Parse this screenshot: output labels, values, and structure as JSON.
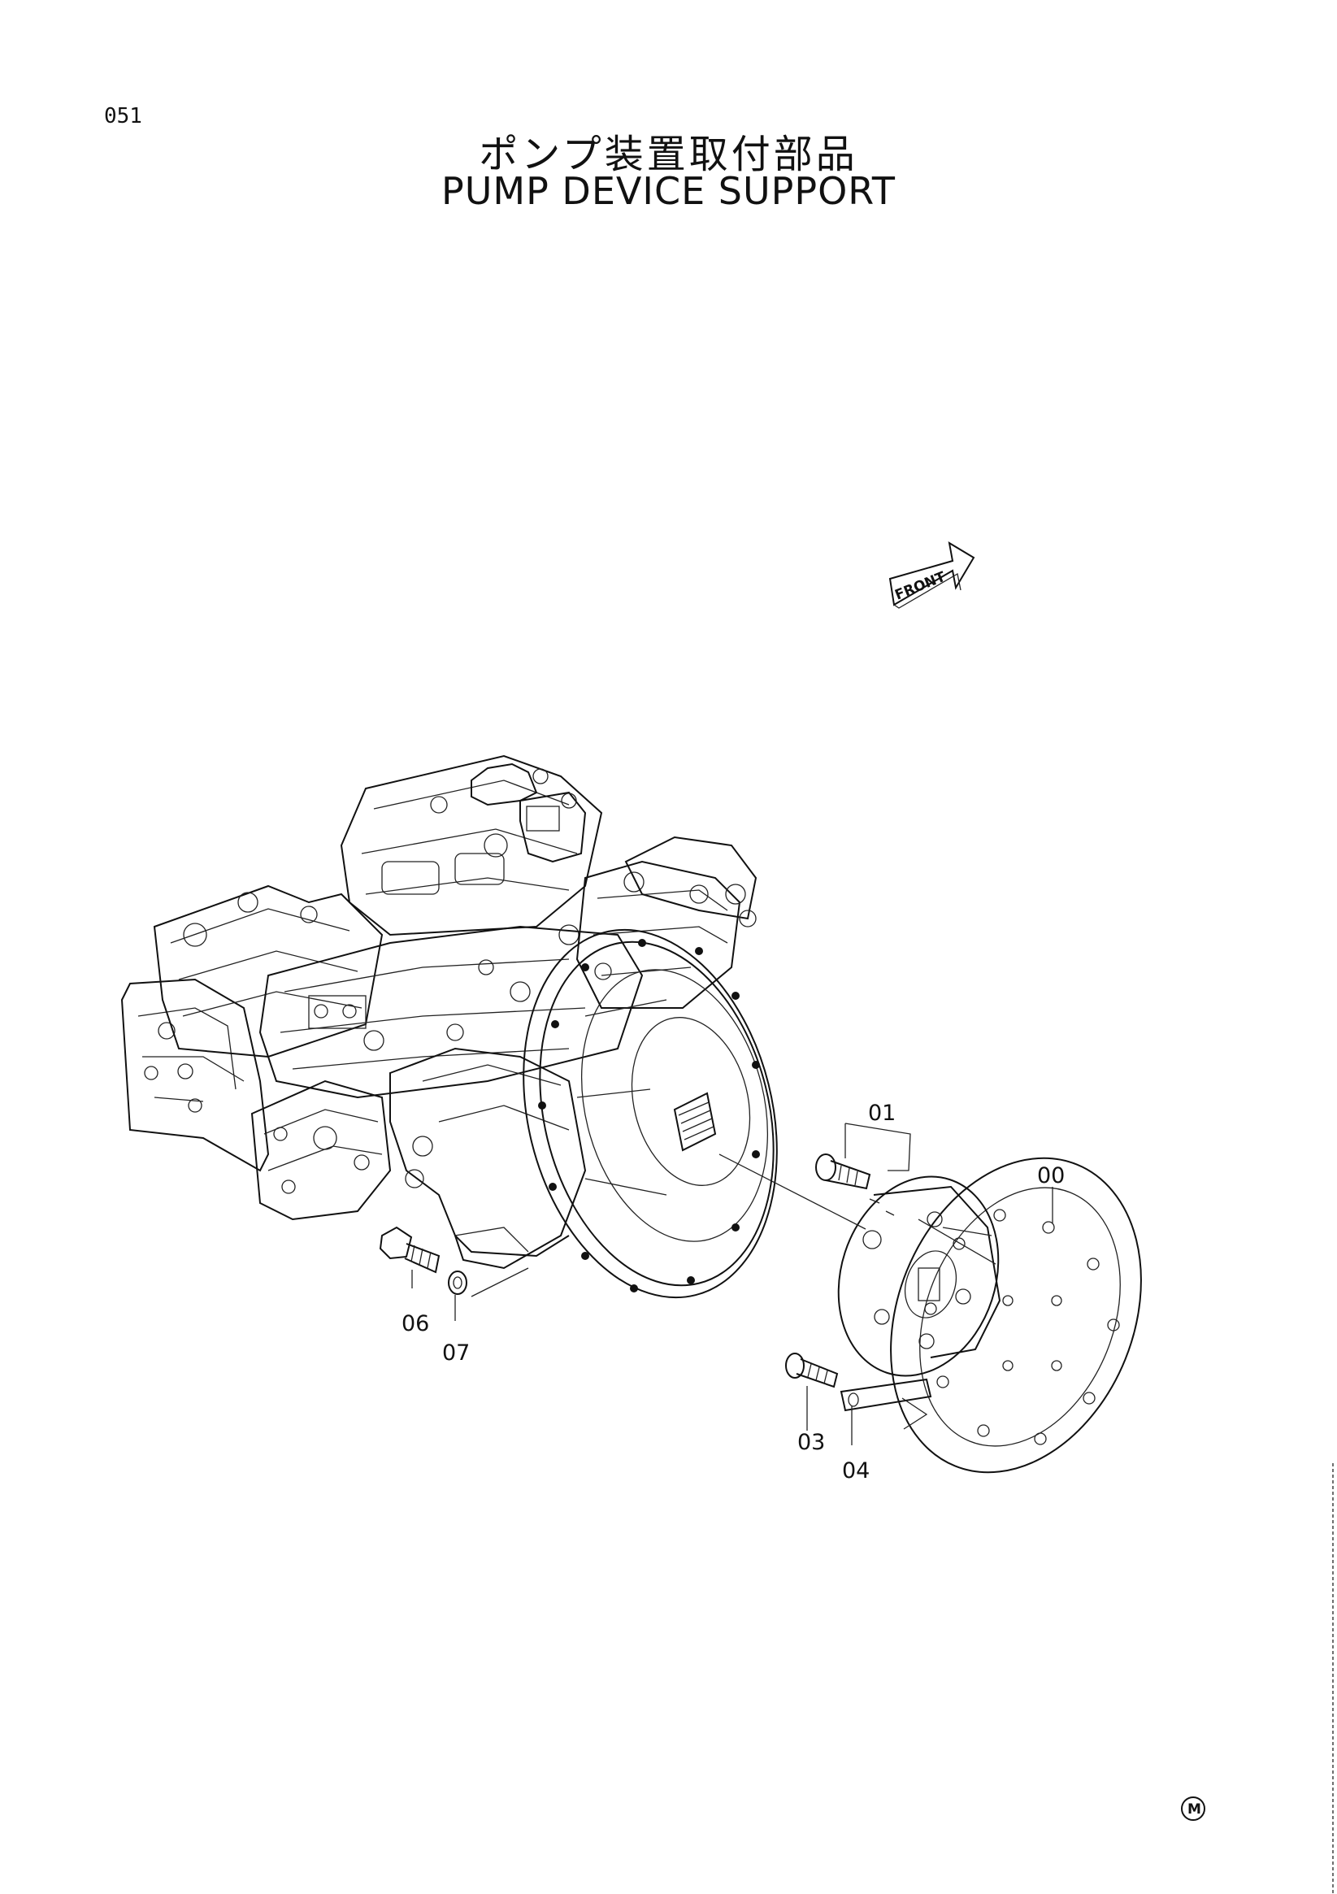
{
  "page": {
    "number": "051",
    "title_jp": "ポンプ装置取付部品",
    "title_en": "PUMP DEVICE SUPPORT"
  },
  "orientation_marker": {
    "icon": "front-arrow-icon",
    "text": "FRONT"
  },
  "callouts": [
    {
      "id": "01",
      "label": "01"
    },
    {
      "id": "00",
      "label": "00"
    },
    {
      "id": "06",
      "label": "06"
    },
    {
      "id": "07",
      "label": "07"
    },
    {
      "id": "03",
      "label": "03"
    },
    {
      "id": "04",
      "label": "04"
    }
  ],
  "corner_mark": {
    "icon": "circled-m-icon",
    "text": "M"
  }
}
